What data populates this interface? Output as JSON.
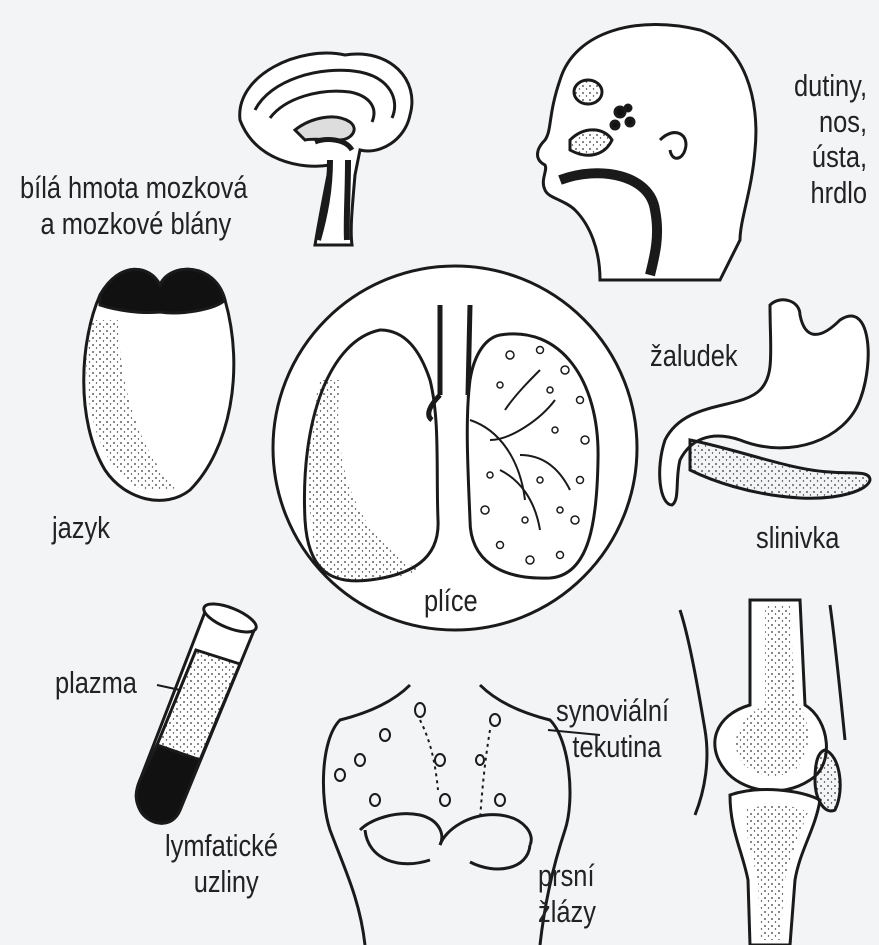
{
  "labels": {
    "brain": [
      "bílá hmota mozková",
      "a mozkové blány"
    ],
    "head": [
      "dutiny,",
      "nos,",
      "ústa,",
      "hrdlo"
    ],
    "tongue": "jazyk",
    "lungs": "plíce",
    "stomach": "žaludek",
    "pancreas": "slinivka",
    "plasma": "plazma",
    "synovial": [
      "synoviální",
      "tekutina"
    ],
    "lymph": [
      "lymfatické",
      "uzliny"
    ],
    "breast": [
      "prsní",
      "žlázy"
    ]
  },
  "colors": {
    "ink": "#1a1a1a",
    "background": "#f3f4f6"
  }
}
